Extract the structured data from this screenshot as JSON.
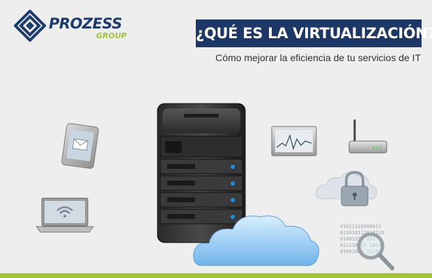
{
  "brand": {
    "name": "PROZESS",
    "group": "GROUP"
  },
  "header": {
    "title": "¿QUÉ ES LA VIRTUALIZACIÓN?",
    "subtitle": "Cómo mejorar la eficiencia de tu servicios de IT"
  },
  "graphics": {
    "binary_text": [
      "01011110000011",
      "011010111010110",
      "01001010 101",
      "011110010 1010",
      "01001000 1110"
    ],
    "icons": [
      "tablet-mail-icon",
      "laptop-wifi-icon",
      "server-tower-icon",
      "cloud-icon",
      "monitor-chart-icon",
      "router-icon",
      "cloud-lock-icon",
      "magnifier-binary-icon"
    ]
  },
  "colors": {
    "background": "#eeeeee",
    "title_bar": "#1d3766",
    "brand_navy": "#1d3b6c",
    "brand_green": "#9fc436",
    "bottom_stripe": "#a3c437",
    "server_led": "#1a8fe0"
  }
}
